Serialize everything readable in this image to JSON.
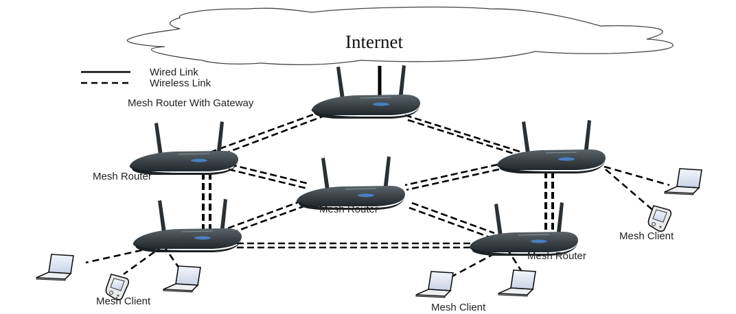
{
  "diagram": {
    "cloud_label": "Internet",
    "legend": [
      {
        "style": "solid",
        "label": "Wired Link"
      },
      {
        "style": "dashed",
        "label": "Wireless Link"
      }
    ],
    "routers": [
      {
        "id": "gw",
        "label": "Mesh Router With Gateway"
      },
      {
        "id": "left",
        "label": "Mesh Router"
      },
      {
        "id": "center",
        "label": "Mesh Router"
      },
      {
        "id": "right",
        "label": ""
      },
      {
        "id": "bottom-left",
        "label": ""
      },
      {
        "id": "bottom-right",
        "label": "Mesh Router"
      }
    ],
    "client_groups": [
      {
        "id": "right-clients",
        "label": "Mesh Client"
      },
      {
        "id": "bl-clients",
        "label": "Mesh Client"
      },
      {
        "id": "br-clients",
        "label": "Mesh Client"
      }
    ],
    "colors": {
      "router_body": "#3c4449",
      "router_led": "#4a7fc0",
      "line": "#000000"
    }
  }
}
